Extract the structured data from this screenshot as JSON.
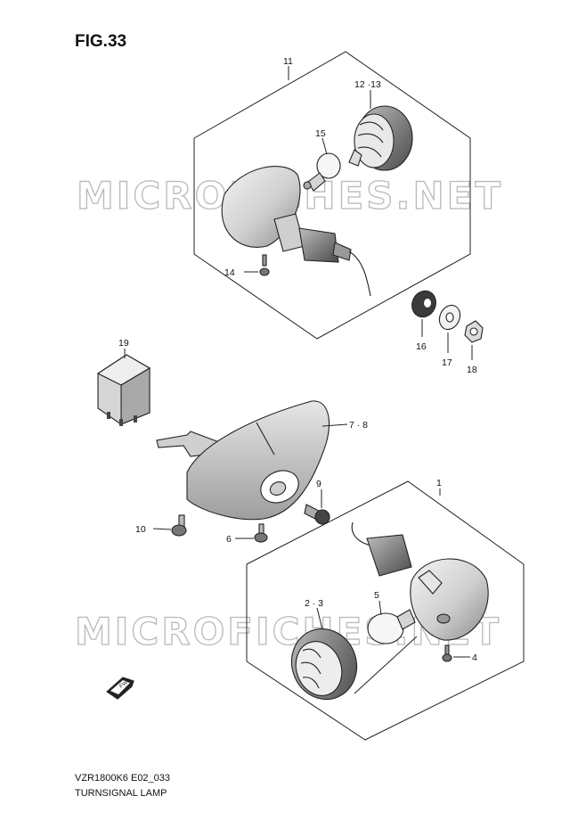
{
  "figure_title": "FIG.33",
  "watermark": "MICROFICHES.NET",
  "fwd_label": "FWD",
  "callouts": [
    {
      "id": "c-11",
      "label": "11"
    },
    {
      "id": "c-12-13",
      "label": "12 ·13"
    },
    {
      "id": "c-15",
      "label": "15"
    },
    {
      "id": "c-14",
      "label": "14"
    },
    {
      "id": "c-16",
      "label": "16"
    },
    {
      "id": "c-17",
      "label": "17"
    },
    {
      "id": "c-18",
      "label": "18"
    },
    {
      "id": "c-19",
      "label": "19"
    },
    {
      "id": "c-7-8",
      "label": "7 · 8"
    },
    {
      "id": "c-9",
      "label": "9"
    },
    {
      "id": "c-1",
      "label": "1"
    },
    {
      "id": "c-10",
      "label": "10"
    },
    {
      "id": "c-6",
      "label": "6"
    },
    {
      "id": "c-5",
      "label": "5"
    },
    {
      "id": "c-2-3",
      "label": "2 · 3"
    },
    {
      "id": "c-4",
      "label": "4"
    }
  ],
  "footer": {
    "model_code": "VZR1800K6 E02_033",
    "section_name": "TURNSIGNAL LAMP"
  }
}
